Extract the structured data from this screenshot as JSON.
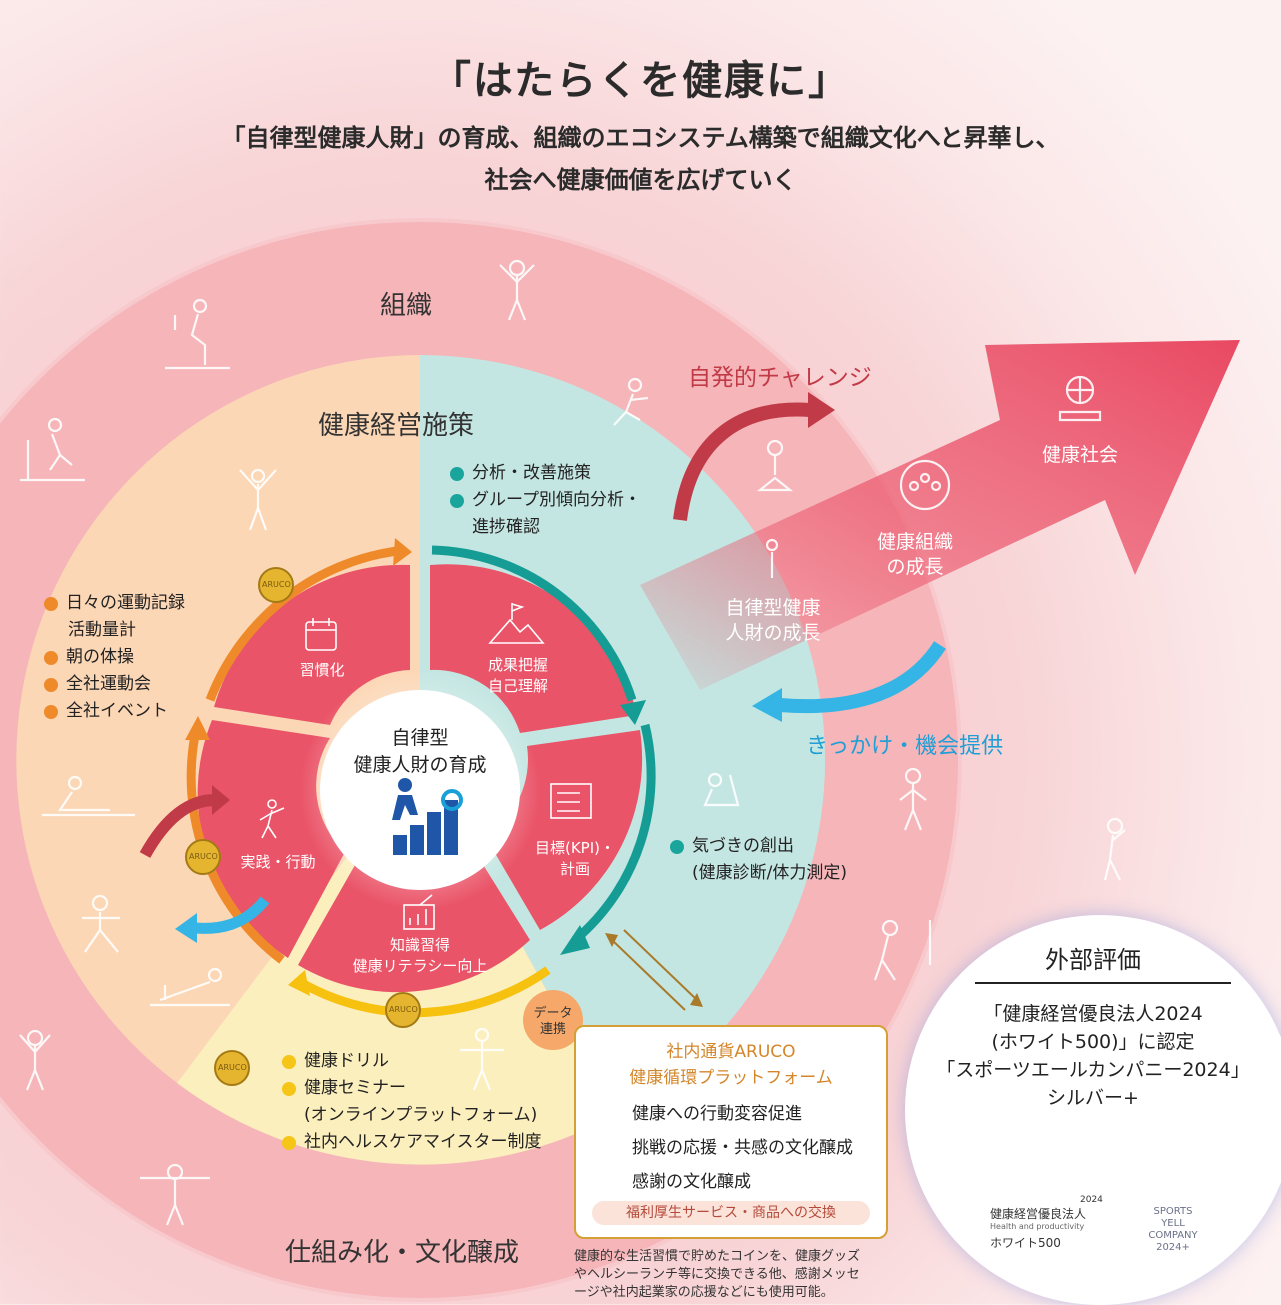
{
  "header": {
    "title": "「はたらくを健康に」",
    "subtitle_line1": "「自律型健康人財」の育成、組織のエコシステム構築で組織文化へと昇華し、",
    "subtitle_line2": "社会へ健康価値を広げていく"
  },
  "rings": {
    "organization": "組織",
    "measures": "健康経営施策",
    "systemization": "仕組み化・文化醸成"
  },
  "bullets_left": {
    "items": [
      "日々の運動記録",
      "活動量計",
      "朝の体操",
      "全社運動会",
      "全社イベント"
    ],
    "color": "#ee8a2a"
  },
  "bullets_top": {
    "items": [
      "分析・改善施策",
      "グループ別傾向分析・",
      "進捗確認"
    ],
    "color": "#1aa59c"
  },
  "bullets_right": {
    "items": [
      "気づきの創出",
      "(健康診断/体力測定)"
    ],
    "color": "#1aa59c"
  },
  "bullets_bottom": {
    "items": [
      "健康ドリル",
      "健康セミナー",
      "(オンラインプラットフォーム)",
      "社内ヘルスケアマイスター制度"
    ],
    "color": "#f5c518"
  },
  "cycle": {
    "center_line1": "自律型",
    "center_line2": "健康人財の育成",
    "segments": [
      {
        "line1": "成果把握",
        "line2": "自己理解",
        "icon": "mountain-flag-icon"
      },
      {
        "line1": "目標(KPI)・",
        "line2": "計画",
        "icon": "checklist-icon"
      },
      {
        "line1": "知識習得",
        "line2": "健康リテラシー向上",
        "icon": "chart-up-icon"
      },
      {
        "line1": "実践・行動",
        "line2": "",
        "icon": "walking-person-icon"
      },
      {
        "line1": "習慣化",
        "line2": "",
        "icon": "calendar-icon"
      }
    ],
    "coin_label": "ARUCO"
  },
  "growth_arrow": {
    "stage1_line1": "自律型健康",
    "stage1_line2": "人財の成長",
    "stage2_line1": "健康組織",
    "stage2_line2": "の成長",
    "stage3": "健康社会"
  },
  "curved_arrows": {
    "challenge": "自発的チャレンジ",
    "opportunity": "きっかけ・機会提供"
  },
  "data_link": {
    "line1": "データ",
    "line2": "連携"
  },
  "aruco_box": {
    "title_line1": "社内通貨ARUCO",
    "title_line2": "健康循環プラットフォーム",
    "items": [
      "健康への行動変容促進",
      "挑戦の応援・共感の文化醸成",
      "感謝の文化醸成"
    ],
    "footer": "福利厚生サービス・商品への交換",
    "note_line1": "健康的な生活習慣で貯めたコインを、健康グッズ",
    "note_line2": "やヘルシーランチ等に交換できる他、感謝メッセ",
    "note_line3": "ージや社内起業家の応援などにも使用可能。"
  },
  "evaluation": {
    "heading": "外部評価",
    "line1": "「健康経営優良法人2024",
    "line2": "(ホワイト500)」に認定",
    "line3": "「スポーツエールカンパニー2024」",
    "line4": "シルバー+",
    "logo1_year": "2024",
    "logo1_name": "健康経営優良法人",
    "logo1_sub": "Health and productivity",
    "logo1_tag": "ホワイト500",
    "logo2_l1": "SPORTS",
    "logo2_l2": "YELL",
    "logo2_l3": "COMPANY",
    "logo2_l4": "2024+"
  },
  "colors": {
    "outer_ring": "#f2a9ae",
    "orange_quadrant": "#fcd7b6",
    "teal_quadrant": "#bfe4e0",
    "yellow_quadrant": "#fcefbe",
    "segment": "#ea5468",
    "arrow_pink": "#ec5b70",
    "teal_arrow": "#159d95",
    "orange_arrow": "#ef8a2a",
    "yellow_arrow": "#f6c10f",
    "challenge_arrow": "#c13a47",
    "opportunity_arrow": "#34b5e5",
    "coin": "#e6b530"
  }
}
